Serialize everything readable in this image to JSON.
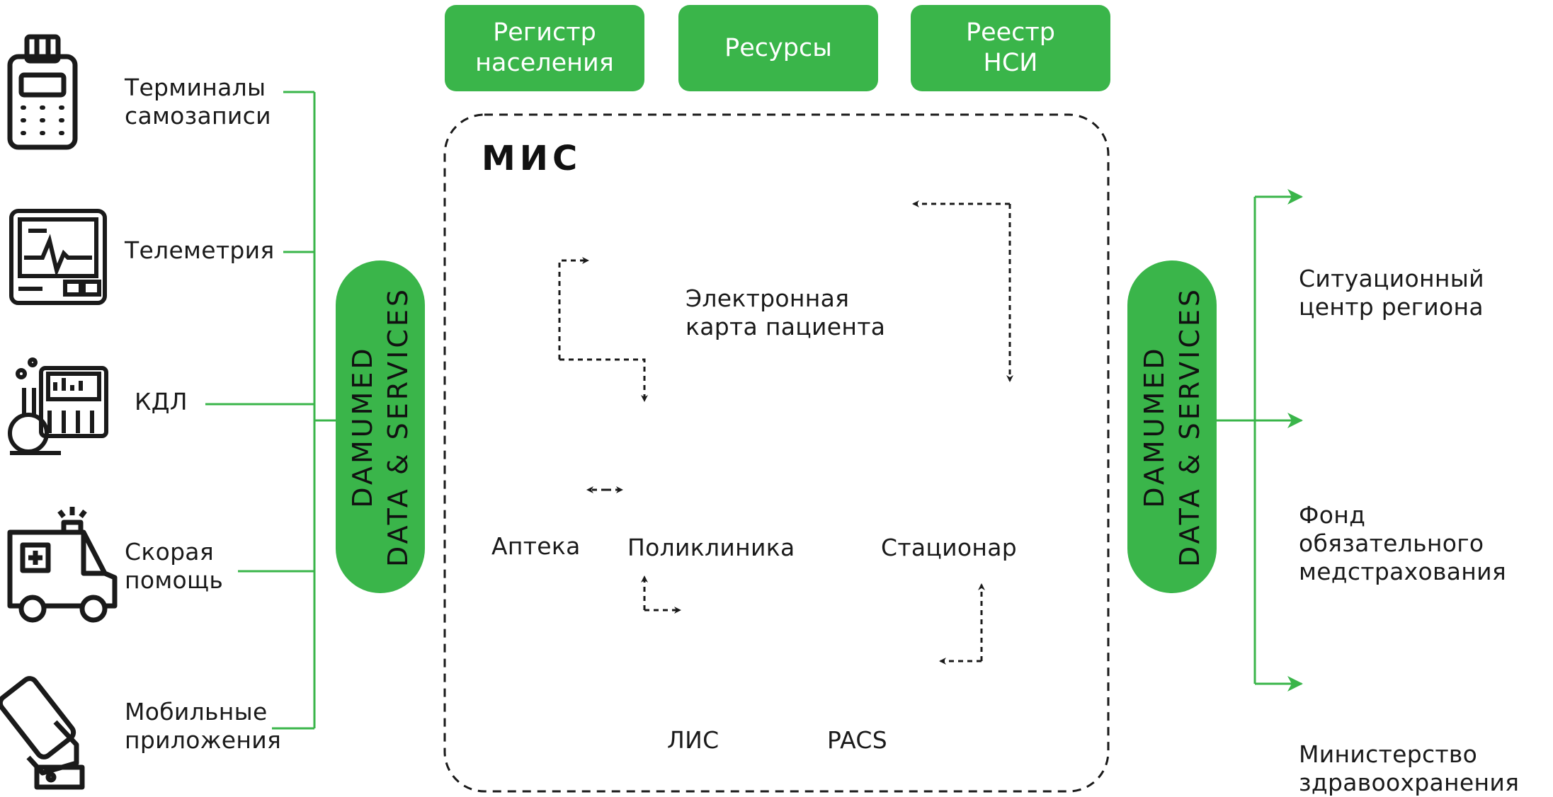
{
  "top_boxes": {
    "population": "Регистр\nнаселения",
    "resources": "Ресурсы",
    "nsi": "Реестр\nНСИ"
  },
  "left_items": {
    "terminals": "Терминалы\nсамозаписи",
    "telemetry": "Телеметрия",
    "kdl": "КДЛ",
    "ambulance": "Скорая\nпомощь",
    "mobile": "Мобильные\nприложения"
  },
  "hub_label": "DAMUMED\nDATA & SERVICES",
  "mis": {
    "title": "МИС",
    "emr": "Электронная\nкарта пациента",
    "pharmacy": "Аптека",
    "polyclinic": "Поликлиника",
    "hospital": "Стационар",
    "lis": "ЛИС",
    "pacs": "PACS"
  },
  "right_items": {
    "situation": "Ситуационный\nцентр региона",
    "insurance": "Фонд обязательного\nмедстрахования",
    "ministry": "Министерство\nздравоохранения"
  },
  "colors": {
    "accent_green": "#3ab54a",
    "icon_dark": "#1a1a1a"
  },
  "icons": [
    "card-terminal-icon",
    "ecg-monitor-icon",
    "lab-analyzer-icon",
    "ambulance-icon",
    "phone-in-hand-icon",
    "tablet-icon",
    "desktop-monitor-icon",
    "smartphone-icon",
    "pharmacy-icon",
    "polyclinic-building-icon",
    "hospital-building-icon",
    "microscope-icon",
    "xray-icon",
    "growth-chart-icon",
    "heart-in-hands-icon",
    "government-building-icon"
  ]
}
